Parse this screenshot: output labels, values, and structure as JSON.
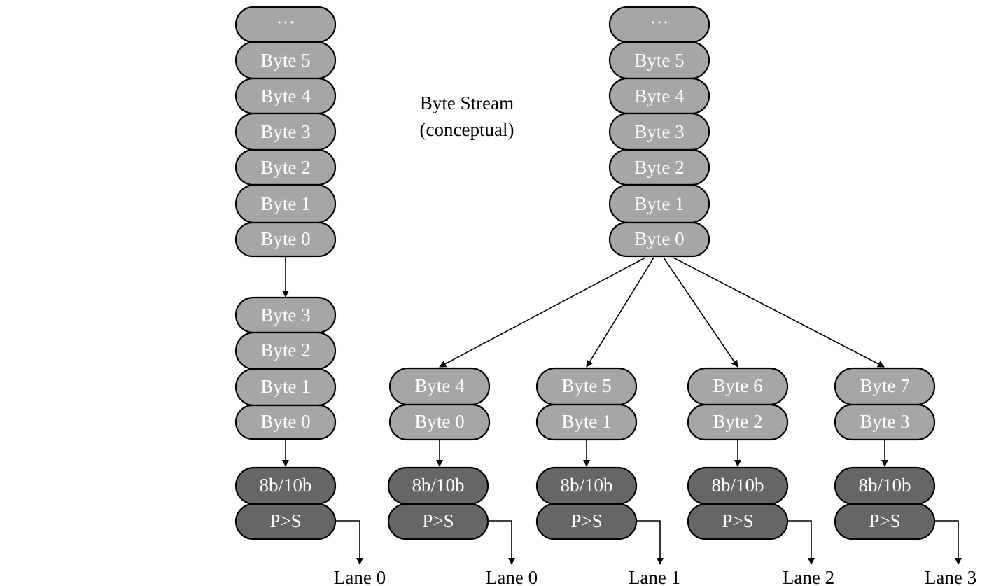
{
  "diagram": {
    "title_line1": "Byte Stream",
    "title_line2": "(conceptual)",
    "ellipsis": "···",
    "stream_bytes": [
      "Byte 5",
      "Byte 4",
      "Byte 3",
      "Byte 2",
      "Byte 1",
      "Byte 0"
    ],
    "single_lane_bytes": [
      "Byte 3",
      "Byte 2",
      "Byte 1",
      "Byte 0"
    ],
    "lanes": [
      {
        "top": "Byte 4",
        "bottom": "Byte 0",
        "label": "Lane 0"
      },
      {
        "top": "Byte 5",
        "bottom": "Byte 1",
        "label": "Lane 1"
      },
      {
        "top": "Byte 6",
        "bottom": "Byte 2",
        "label": "Lane 2"
      },
      {
        "top": "Byte 7",
        "bottom": "Byte 3",
        "label": "Lane 3"
      }
    ],
    "encoder_label": "8b/10b",
    "serializer_label": "P>S",
    "single_lane_label": "Lane 0",
    "colors": {
      "light_box": "#a6a6a6",
      "dark_box": "#666666",
      "text_on_box": "#ffffff",
      "stroke": "#000000"
    }
  }
}
